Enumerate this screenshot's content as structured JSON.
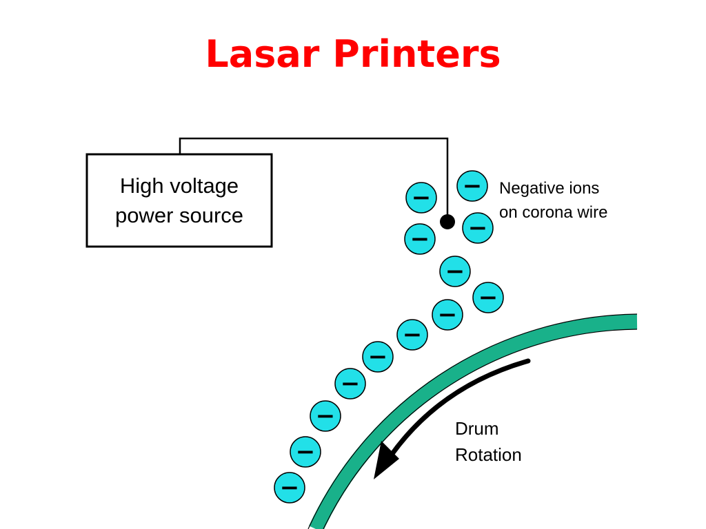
{
  "slide": {
    "title": "Lasar Printers"
  },
  "diagram": {
    "power_source": {
      "line1": "High voltage",
      "line2": "power source"
    },
    "ions_label": {
      "line1": "Negative ions",
      "line2": "on corona wire"
    },
    "rotation_label": {
      "line1": "Drum",
      "line2": "Rotation"
    },
    "ion_symbol": "−",
    "colors": {
      "title": "#ff0000",
      "ion_fill": "#22e0e8",
      "drum": "#19b18a",
      "outline": "#000000"
    }
  }
}
